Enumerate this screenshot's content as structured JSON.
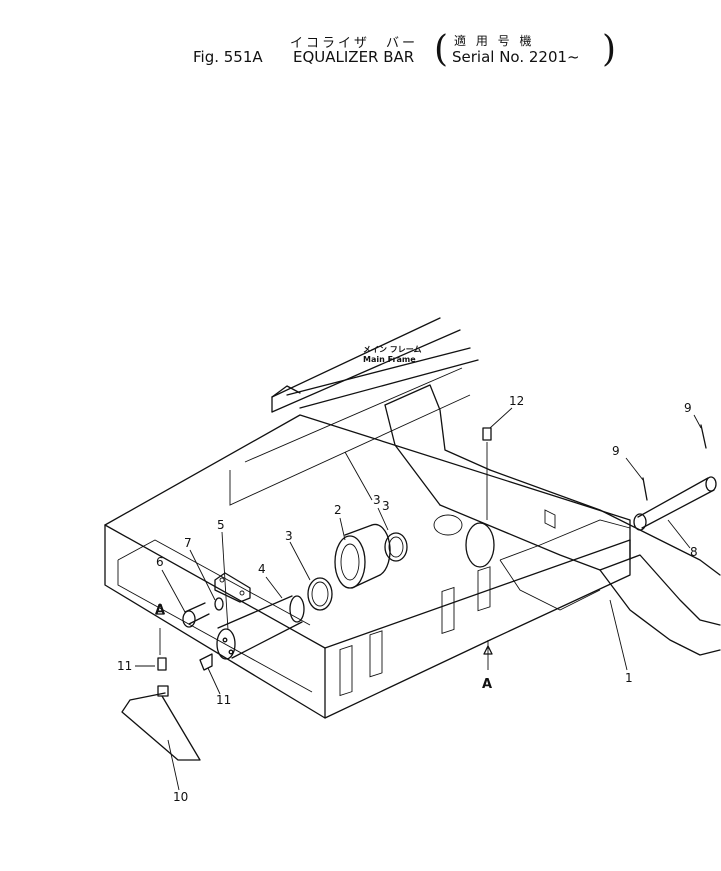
{
  "header": {
    "jp_title": "イコライザ　バー",
    "jp_serial": "適 用 号 機",
    "fig_no": "Fig. 551A",
    "title_en": "EQUALIZER BAR",
    "serial": "Serial No. 2201~"
  },
  "diagram": {
    "main_frame_jp": "メイン フレーム",
    "main_frame_en": "Main Frame",
    "view_marker_left": "A",
    "view_marker_right": "A",
    "callouts": [
      "1",
      "2",
      "3",
      "3",
      "3",
      "4",
      "5",
      "6",
      "7",
      "8",
      "9",
      "9",
      "10",
      "11",
      "11",
      "12"
    ]
  }
}
